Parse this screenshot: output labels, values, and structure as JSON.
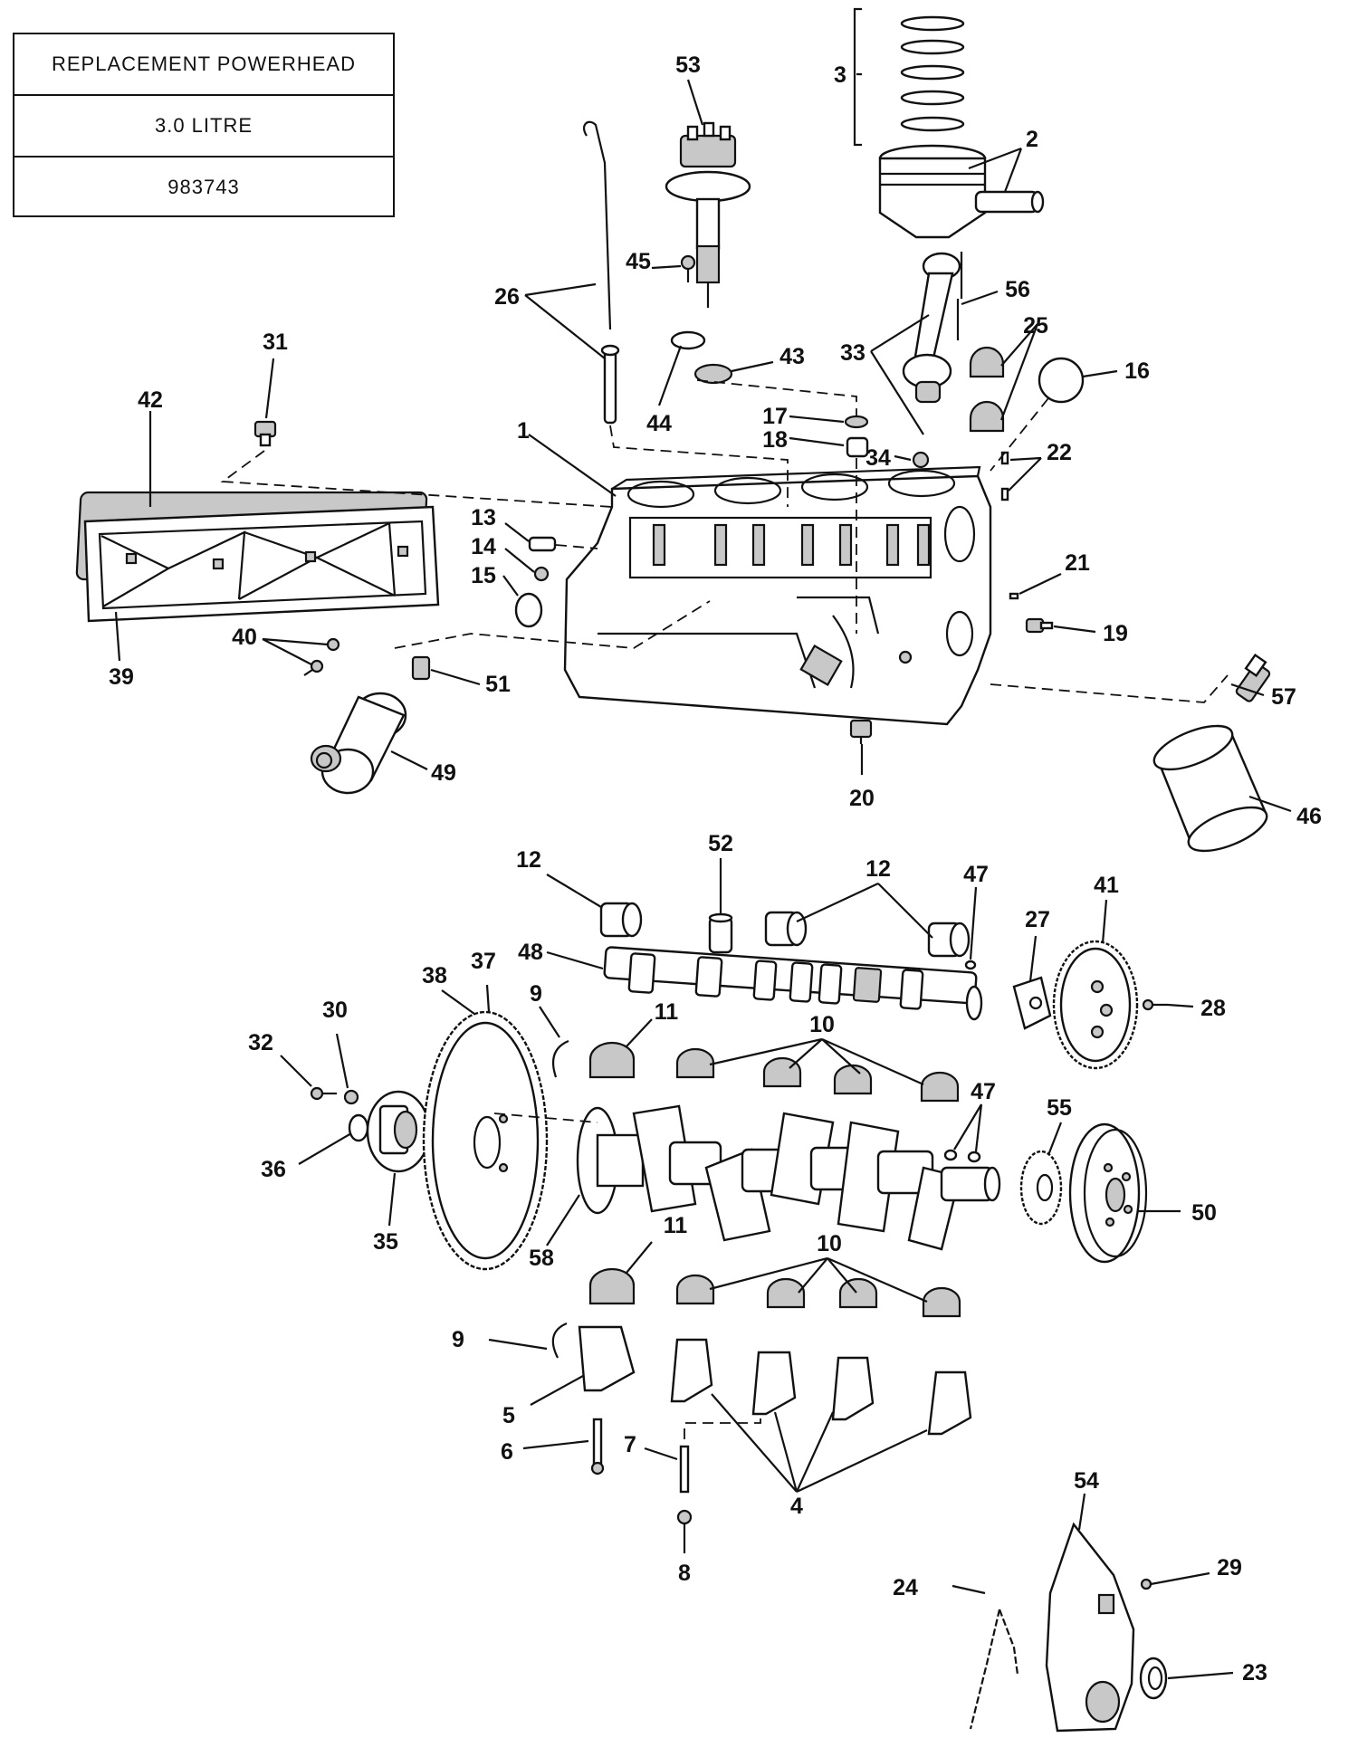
{
  "title_block": {
    "title": "REPLACEMENT POWERHEAD",
    "displacement": "3.0 LITRE",
    "part_number": "983743"
  },
  "callouts": {
    "c1": "1",
    "c2": "2",
    "c3": "3",
    "c4": "4",
    "c5": "5",
    "c6": "6",
    "c7": "7",
    "c8": "8",
    "c9a": "9",
    "c9b": "9",
    "c10a": "10",
    "c10b": "10",
    "c11a": "11",
    "c11b": "11",
    "c12a": "12",
    "c12b": "12",
    "c13": "13",
    "c14": "14",
    "c15": "15",
    "c16": "16",
    "c17": "17",
    "c18": "18",
    "c19": "19",
    "c20": "20",
    "c21": "21",
    "c22": "22",
    "c23": "23",
    "c24": "24",
    "c25": "25",
    "c26": "26",
    "c27": "27",
    "c28": "28",
    "c29": "29",
    "c30": "30",
    "c31": "31",
    "c32": "32",
    "c33": "33",
    "c34": "34",
    "c35": "35",
    "c36": "36",
    "c37": "37",
    "c38": "38",
    "c39": "39",
    "c40": "40",
    "c41": "41",
    "c42": "42",
    "c43": "43",
    "c44": "44",
    "c45": "45",
    "c46": "46",
    "c47a": "47",
    "c47b": "47",
    "c48": "48",
    "c49": "49",
    "c50": "50",
    "c51": "51",
    "c52": "52",
    "c53": "53",
    "c54": "54",
    "c55": "55",
    "c56": "56",
    "c57": "57",
    "c58": "58"
  }
}
